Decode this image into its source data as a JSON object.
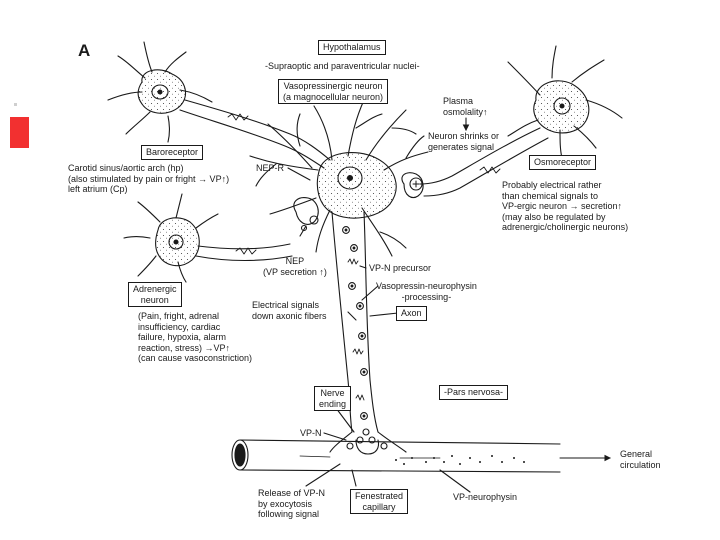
{
  "panel_letter": "A",
  "accent_color": "#f23030",
  "line_color": "#1a1a1a",
  "labels": {
    "hypothalamus": "Hypothalamus",
    "nuclei": "-Supraoptic and paraventricular nuclei-",
    "neuron_title_1": "Vasopressinergic neuron",
    "neuron_title_2": "(a magnocellular neuron)",
    "plasma_1": "Plasma",
    "plasma_2": "osmolality↑",
    "shrinks_1": "Neuron shrinks or",
    "shrinks_2": "generates signal",
    "baroreceptor": "Baroreceptor",
    "carotid_1": "Carotid sinus/aortic arch (hp)",
    "carotid_2": "(also stimulated by pain or fright → VP↑)",
    "carotid_3": "left atrium (Cp)",
    "osmoreceptor": "Osmoreceptor",
    "probably_1": "Probably electrical rather",
    "probably_2": "than chemical signals to",
    "probably_3": "VP-ergic neuron → secretion↑",
    "probably_4": "(may also be regulated by",
    "probably_5": "adrenergic/cholinergic neurons)",
    "nep_r": "NEP-R",
    "nep_1": "NEP",
    "nep_2": "(VP secretion ↑)",
    "adrenergic_1": "Adrenergic",
    "adrenergic_2": "neuron",
    "pain_1": "(Pain, fright, adrenal",
    "pain_2": "insufficiency, cardiac",
    "pain_3": "failure, hypoxia, alarm",
    "pain_4": "reaction, stress) →VP↑",
    "pain_5": "(can cause vasoconstriction)",
    "vpn_precursor": "VP-N precursor",
    "processing_1": "Vasopressin-neurophysin",
    "processing_2": "-processing-",
    "electrical_1": "Electrical signals",
    "electrical_2": "down axonic fibers",
    "axon": "Axon",
    "nerve_1": "Nerve",
    "nerve_2": "ending",
    "pars": "-Pars nervosa-",
    "vpn": "VP-N",
    "general_1": "General",
    "general_2": "circulation",
    "release_1": "Release of VP-N",
    "release_2": "by exocytosis",
    "release_3": "following signal",
    "fenestrated_1": "Fenestrated",
    "fenestrated_2": "capillary",
    "vp_neurophysin": "VP-neurophysin"
  }
}
